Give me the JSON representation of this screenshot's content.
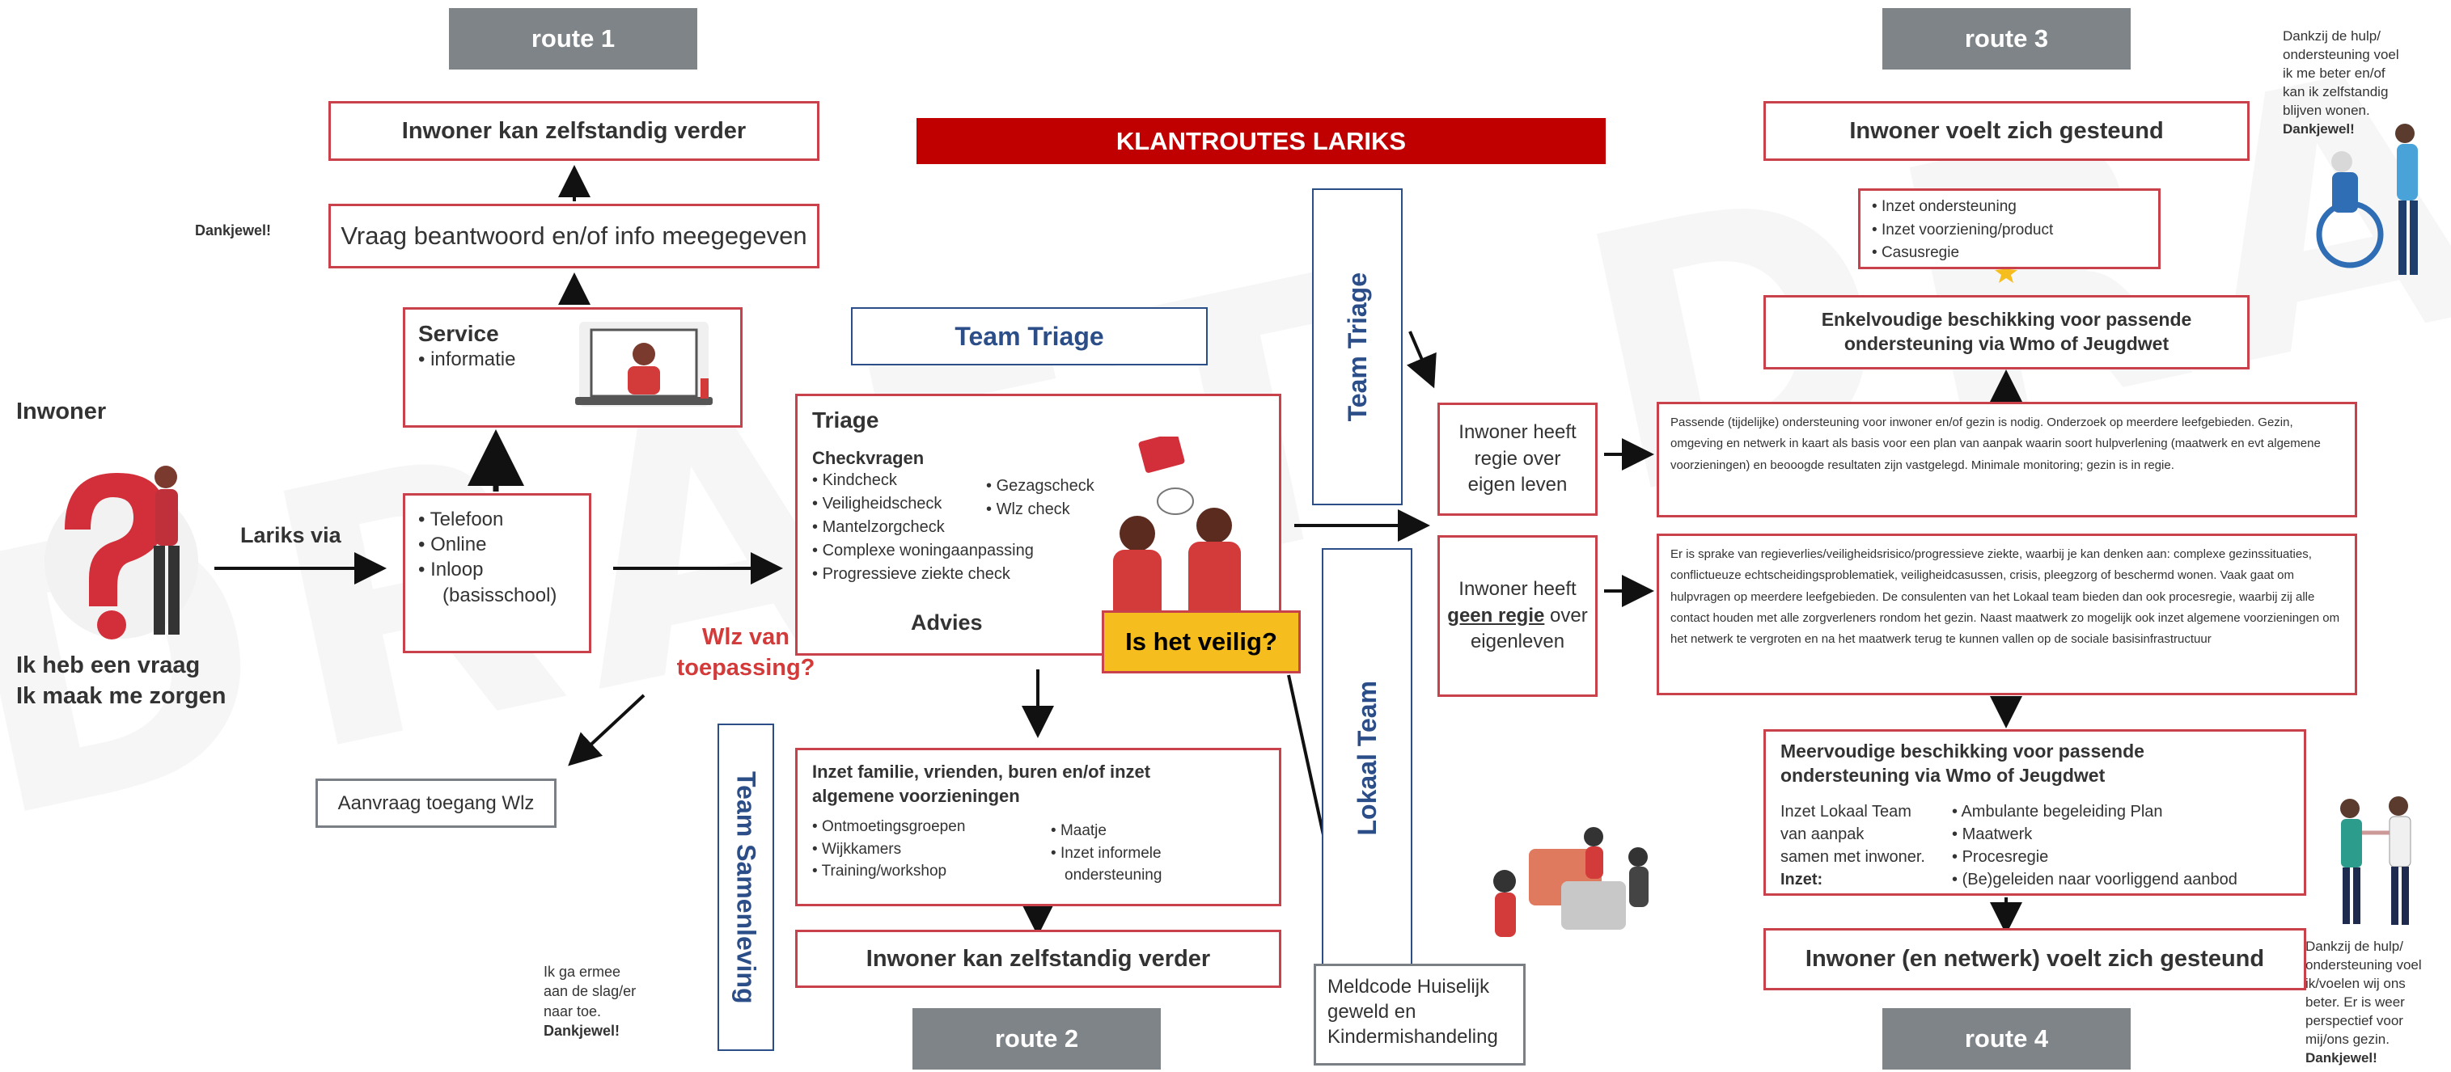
{
  "title": "KLANTROUTES LARIKS",
  "routes": {
    "r1": "route 1",
    "r2": "route 2",
    "r3": "route 3",
    "r4": "route 4"
  },
  "inwoner": {
    "heading": "Inwoner",
    "line1": "Ik heb een vraag",
    "line2": "Ik maak me zorgen"
  },
  "lariks_via": "Lariks via",
  "channels": [
    "Telefoon",
    "Online",
    "Inloop",
    "(basisschool)"
  ],
  "service": {
    "title": "Service",
    "item": "informatie"
  },
  "route1": {
    "answer": "Vraag beantwoord en/of info meegegeven",
    "self": "Inwoner kan zelfstandig verder",
    "thanks": "Dankjewel!"
  },
  "wlz": {
    "question_1": "Wlz van",
    "question_2": "toepassing?",
    "request": "Aanvraag toegang Wlz"
  },
  "team_triage_label": "Team Triage",
  "triage": {
    "title": "Triage",
    "subtitle": "Checkvragen",
    "checks_left": [
      "Kindcheck",
      "Veiligheidscheck",
      "Mantelzorgcheck",
      "Complexe woningaanpassing",
      "Progressieve ziekte check"
    ],
    "checks_right": [
      "Gezagscheck",
      "Wlz check"
    ],
    "advice": "Advies",
    "safe": "Is het veilig?"
  },
  "team_samenleving": "Team Samenleving",
  "route2": {
    "title_1": "Inzet familie, vrienden, buren en/of inzet",
    "title_2": "algemene voorzieningen",
    "left": [
      "Ontmoetingsgroepen",
      "Wijkkamers",
      "Training/workshop"
    ],
    "right_1": "Maatje",
    "right_2": "Inzet informele",
    "right_3": "ondersteuning",
    "self": "Inwoner kan zelfstandig verder",
    "note_1": "Ik ga ermee",
    "note_2": "aan de slag/er",
    "note_3": "naar toe.",
    "note_thanks": "Dankjewel!"
  },
  "team_triage_vertical": "Team Triage",
  "lokaal_team": "Lokaal Team",
  "meldcode": {
    "l1": "Meldcode Huiselijk",
    "l2": "geweld en",
    "l3": "Kindermishandeling"
  },
  "regie": {
    "l1": "Inwoner heeft",
    "l2": "regie over",
    "l3": "eigen leven"
  },
  "geen_regie": {
    "l1": "Inwoner heeft",
    "l2_u": "geen regie",
    "l2_rest": " over",
    "l3": "eigenleven"
  },
  "route3": {
    "gesteund": "Inwoner voelt zich gesteund",
    "items": [
      "Inzet ondersteuning",
      "Inzet voorziening/product",
      "Casusregie"
    ],
    "beschikking_1": "Enkelvoudige beschikking voor passende",
    "beschikking_2": "ondersteuning via Wmo of Jeugdwet",
    "text": "Passende (tijdelijke) ondersteuning voor inwoner en/of gezin is nodig. Onderzoek op meerdere leefgebieden. Gezin, omgeving en netwerk in kaart als basis voor een plan van aanpak waarin soort hulpverlening (maatwerk en evt algemene voorzieningen) en beooogde resultaten zijn vastgelegd. Minimale monitoring; gezin is in regie.",
    "note_1": "Dankzij de hulp/",
    "note_2": "ondersteuning voel",
    "note_3": "ik me beter en/of",
    "note_4": "kan ik zelfstandig",
    "note_5": "blijven wonen.",
    "note_thanks": "Dankjewel!"
  },
  "route4": {
    "text": "Er is sprake van regieverlies/veiligheidsrisico/progressieve ziekte, waarbij je kan denken aan: complexe gezinssituaties, conflictueuze echtscheidingsproblematiek, veiligheidcasussen, crisis, pleegzorg of beschermd wonen. Vaak gaat om hulpvragen op meerdere leefgebieden. De consulenten van het Lokaal team bieden dan ook procesregie, waarbij zij alle contact houden met alle zorgverleners rondom het gezin. Naast maatwerk zo mogelijk ook inzet algemene voorzieningen om het netwerk te vergroten en na het maatwerk terug te kunnen vallen op de sociale basisinfrastructuur",
    "beschikking_1": "Meervoudige beschikking voor passende",
    "beschikking_2": "ondersteuning via Wmo of Jeugdwet",
    "left_1": "Inzet Lokaal Team",
    "left_2": "van aanpak",
    "left_3": "samen met inwoner.",
    "left_4": "Inzet:",
    "right": [
      "Ambulante begeleiding Plan",
      "Maatwerk",
      "Procesregie",
      "(Be)geleiden naar voorliggend aanbod"
    ],
    "gesteund": "Inwoner (en netwerk) voelt zich gesteund",
    "note_1": "Dankzij de hulp/",
    "note_2": "ondersteuning voel",
    "note_3": "ik/voelen wij ons",
    "note_4": "beter. Er is weer",
    "note_5": "perspectief voor",
    "note_6": "mij/ons gezin.",
    "note_thanks": "Dankjewel!"
  },
  "colors": {
    "red": "#c8414b",
    "title_bg": "#c00000",
    "navy": "#2c4e88",
    "route_grey": "#7f8488",
    "yellow": "#f5be1e"
  }
}
